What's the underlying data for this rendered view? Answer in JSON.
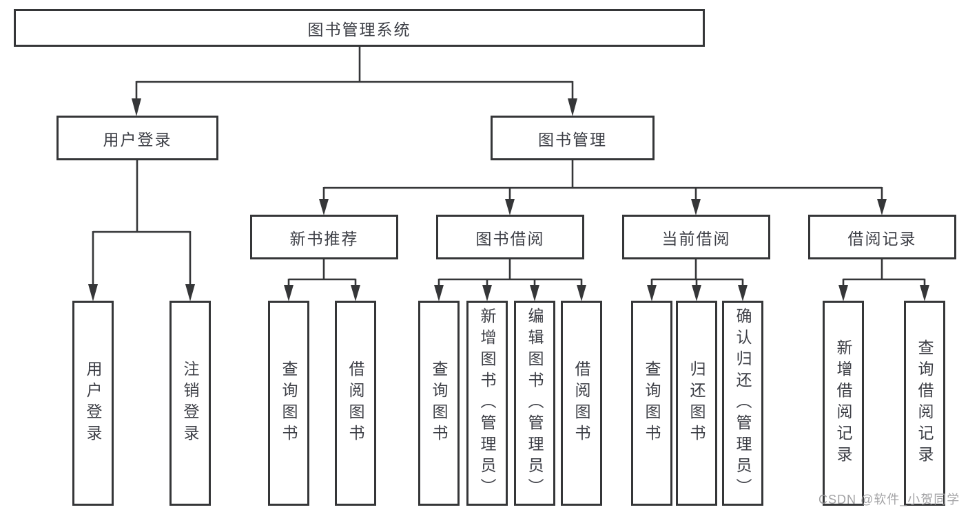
{
  "diagram": {
    "root": {
      "label": "图书管理系统"
    },
    "branches": [
      {
        "label": "用户登录",
        "children": [
          {
            "label": "用户登录"
          },
          {
            "label": "注销登录"
          }
        ]
      },
      {
        "label": "图书管理",
        "children": [
          {
            "label": "新书推荐",
            "children": [
              {
                "label": "查询图书"
              },
              {
                "label": "借阅图书"
              }
            ]
          },
          {
            "label": "图书借阅",
            "children": [
              {
                "label": "查询图书"
              },
              {
                "label": "新增图书（管理员）"
              },
              {
                "label": "编辑图书（管理员）"
              },
              {
                "label": "借阅图书"
              }
            ]
          },
          {
            "label": "当前借阅",
            "children": [
              {
                "label": "查询图书"
              },
              {
                "label": "归还图书"
              },
              {
                "label": "确认归还（管理员）"
              }
            ]
          },
          {
            "label": "借阅记录",
            "children": [
              {
                "label": "新增借阅记录"
              },
              {
                "label": "查询借阅记录"
              }
            ]
          }
        ]
      }
    ],
    "colors": {
      "line": "#353638",
      "text": "#3c3e45",
      "watermark": "#a3a3a5"
    }
  },
  "watermark": {
    "text": "CSDN @软件_小贺同学"
  }
}
